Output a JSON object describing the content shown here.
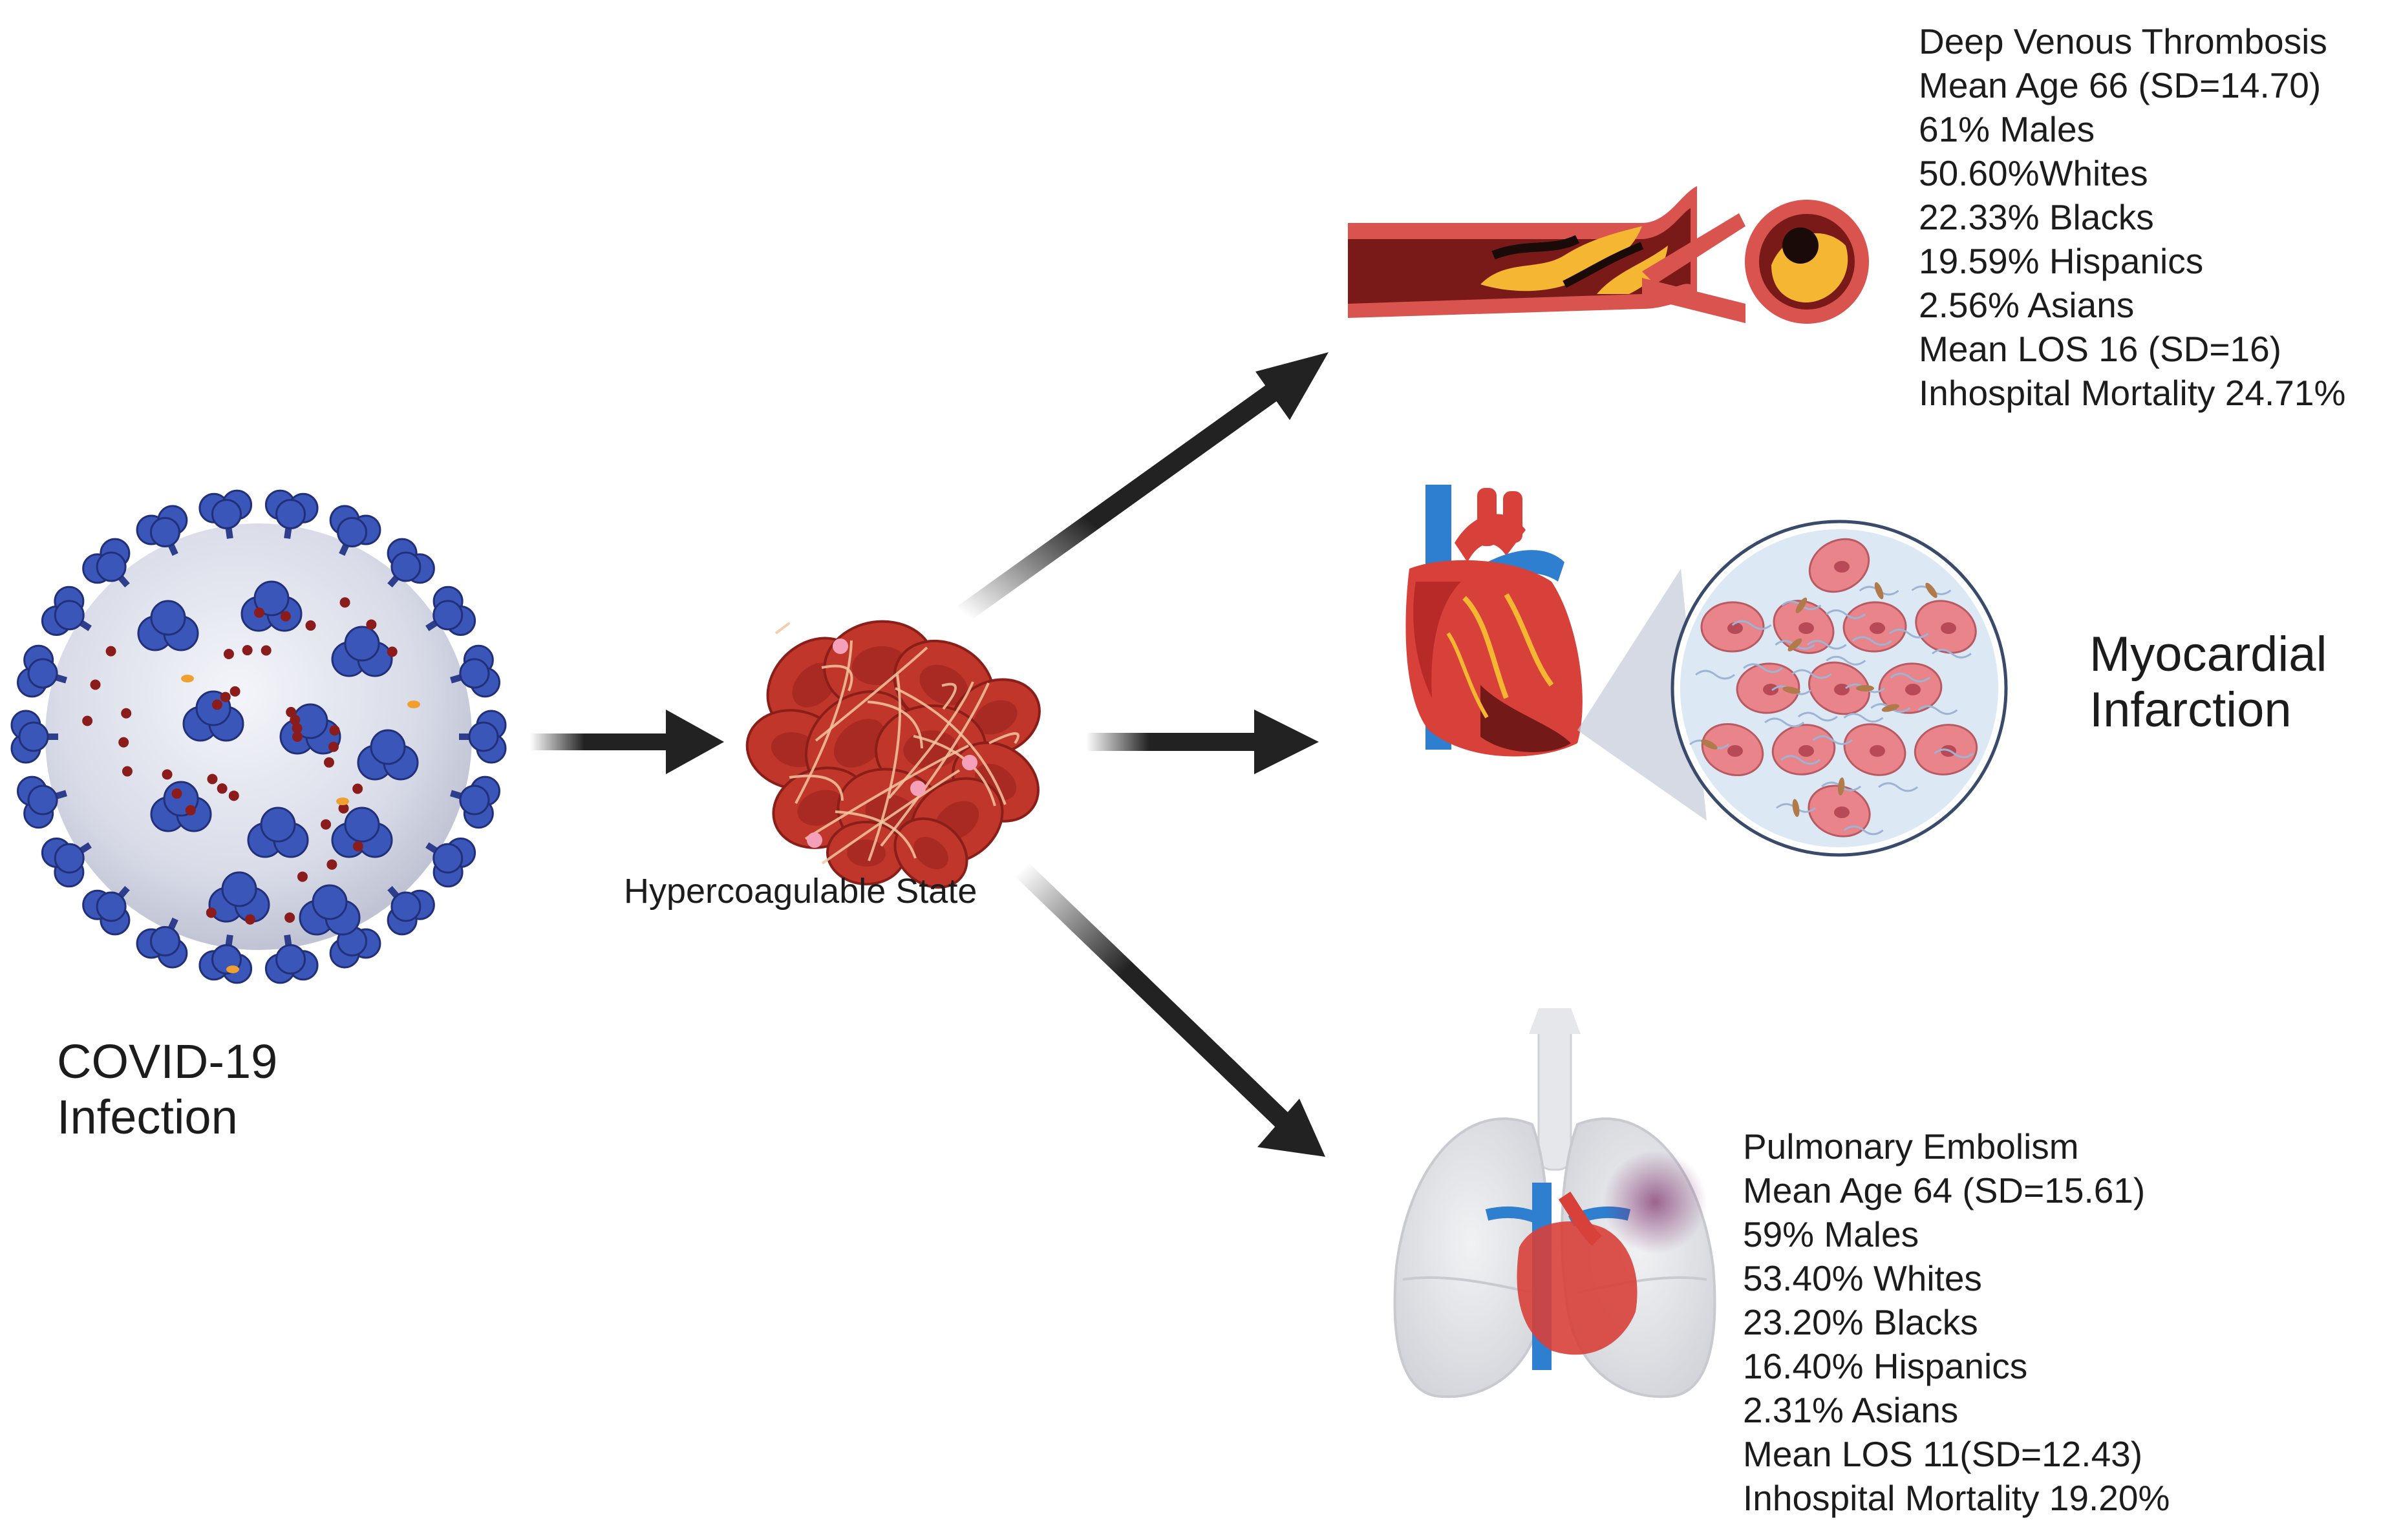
{
  "nodes": {
    "covid": {
      "lines": [
        "COVID-19",
        "Infection"
      ]
    },
    "hypercoagulable": {
      "label": "Hypercoagulable State"
    },
    "dvt": {
      "lines": [
        "Deep Venous Thrombosis",
        "Mean Age 66 (SD=14.70)",
        "61% Males",
        "50.60%Whites",
        "22.33% Blacks",
        "19.59% Hispanics",
        "2.56% Asians",
        "Mean LOS 16 (SD=16)",
        "Inhospital Mortality 24.71%"
      ]
    },
    "mi": {
      "lines": [
        "Myocardial",
        "Infarction"
      ]
    },
    "pe": {
      "lines": [
        "Pulmonary Embolism",
        "Mean Age 64 (SD=15.61)",
        "59% Males",
        "53.40% Whites",
        "23.20% Blacks",
        "16.40% Hispanics",
        "2.31% Asians",
        "Mean LOS 11(SD=12.43)",
        "Inhospital Mortality 19.20%"
      ]
    }
  },
  "icons": {
    "virus": "coronavirus-icon",
    "clot": "blood-clot-icon",
    "vein": "thrombosed-vein-icon",
    "heart": "heart-icon",
    "tissue": "myocardial-tissue-icon",
    "lungs": "lungs-heart-icon"
  },
  "colors": {
    "arrow": "#222222",
    "virus_spike": "#3a56b8",
    "virus_body": "#d7dae6",
    "clot_red": "#c0362a",
    "vein_wall": "#d9534f",
    "plaque": "#f5b731",
    "heart_red": "#d8403a",
    "artery_blue": "#2f7fd0",
    "lung_grey": "#e6e7ea"
  }
}
